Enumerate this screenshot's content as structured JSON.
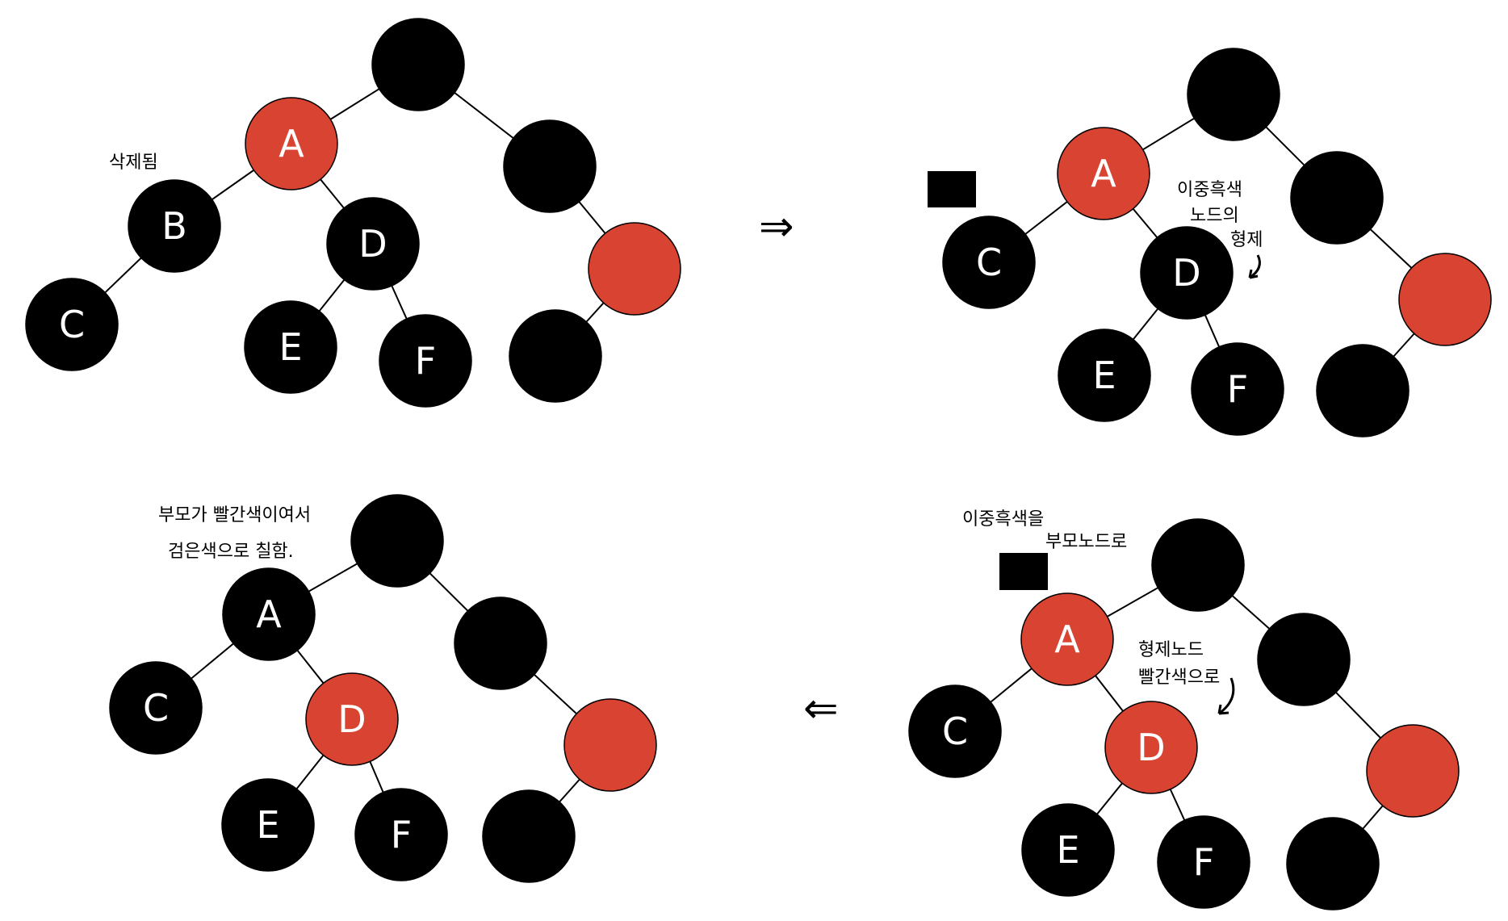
{
  "colors": {
    "red": "#d94432",
    "black": "#000000",
    "edge": "#000000",
    "label": "#ffffff"
  },
  "diagrams": [
    {
      "id": "top-left",
      "nodes": [
        {
          "id": "root",
          "label": "",
          "color": "black"
        },
        {
          "id": "A",
          "label": "A",
          "color": "red"
        },
        {
          "id": "R1",
          "label": "",
          "color": "black"
        },
        {
          "id": "B",
          "label": "B",
          "color": "black"
        },
        {
          "id": "D",
          "label": "D",
          "color": "black"
        },
        {
          "id": "R2",
          "label": "",
          "color": "red"
        },
        {
          "id": "C",
          "label": "C",
          "color": "black"
        },
        {
          "id": "E",
          "label": "E",
          "color": "black"
        },
        {
          "id": "F",
          "label": "F",
          "color": "black"
        },
        {
          "id": "R3",
          "label": "",
          "color": "black"
        }
      ],
      "edges": [
        [
          "root",
          "A"
        ],
        [
          "root",
          "R1"
        ],
        [
          "A",
          "B"
        ],
        [
          "A",
          "D"
        ],
        [
          "R1",
          "R2"
        ],
        [
          "B",
          "C"
        ],
        [
          "D",
          "E"
        ],
        [
          "D",
          "F"
        ],
        [
          "R2",
          "R3"
        ]
      ],
      "notes": [
        {
          "id": "note-delete",
          "text": "삭제됨"
        }
      ]
    },
    {
      "id": "top-right",
      "nodes": [
        {
          "id": "root",
          "label": "",
          "color": "black"
        },
        {
          "id": "A",
          "label": "A",
          "color": "red"
        },
        {
          "id": "R1",
          "label": "",
          "color": "black"
        },
        {
          "id": "C",
          "label": "C",
          "color": "black"
        },
        {
          "id": "D",
          "label": "D",
          "color": "black"
        },
        {
          "id": "R2",
          "label": "",
          "color": "red"
        },
        {
          "id": "E",
          "label": "E",
          "color": "black"
        },
        {
          "id": "F",
          "label": "F",
          "color": "black"
        },
        {
          "id": "R3",
          "label": "",
          "color": "black"
        }
      ],
      "edges": [
        [
          "root",
          "A"
        ],
        [
          "root",
          "R1"
        ],
        [
          "A",
          "C"
        ],
        [
          "A",
          "D"
        ],
        [
          "R1",
          "R2"
        ],
        [
          "D",
          "E"
        ],
        [
          "D",
          "F"
        ],
        [
          "R2",
          "R3"
        ]
      ],
      "notes": [
        {
          "id": "note-sibling-1",
          "text": "이중흑색"
        },
        {
          "id": "note-sibling-2",
          "text": "노드의"
        },
        {
          "id": "note-sibling-3",
          "text": "형제"
        }
      ]
    },
    {
      "id": "bottom-right",
      "nodes": [
        {
          "id": "root",
          "label": "",
          "color": "black"
        },
        {
          "id": "A",
          "label": "A",
          "color": "red"
        },
        {
          "id": "R1",
          "label": "",
          "color": "black"
        },
        {
          "id": "C",
          "label": "C",
          "color": "black"
        },
        {
          "id": "D",
          "label": "D",
          "color": "red"
        },
        {
          "id": "R2",
          "label": "",
          "color": "red"
        },
        {
          "id": "E",
          "label": "E",
          "color": "black"
        },
        {
          "id": "F",
          "label": "F",
          "color": "black"
        },
        {
          "id": "R3",
          "label": "",
          "color": "black"
        }
      ],
      "edges": [
        [
          "root",
          "A"
        ],
        [
          "root",
          "R1"
        ],
        [
          "A",
          "C"
        ],
        [
          "A",
          "D"
        ],
        [
          "R1",
          "R2"
        ],
        [
          "D",
          "E"
        ],
        [
          "D",
          "F"
        ],
        [
          "R2",
          "R3"
        ]
      ],
      "notes": [
        {
          "id": "note-move-1",
          "text": "이중흑색을"
        },
        {
          "id": "note-move-2",
          "text": "부모노드로"
        },
        {
          "id": "note-red-1",
          "text": "형제노드"
        },
        {
          "id": "note-red-2",
          "text": "빨간색으로"
        }
      ]
    },
    {
      "id": "bottom-left",
      "nodes": [
        {
          "id": "root",
          "label": "",
          "color": "black"
        },
        {
          "id": "A",
          "label": "A",
          "color": "black"
        },
        {
          "id": "R1",
          "label": "",
          "color": "black"
        },
        {
          "id": "C",
          "label": "C",
          "color": "black"
        },
        {
          "id": "D",
          "label": "D",
          "color": "red"
        },
        {
          "id": "R2",
          "label": "",
          "color": "red"
        },
        {
          "id": "E",
          "label": "E",
          "color": "black"
        },
        {
          "id": "F",
          "label": "F",
          "color": "black"
        },
        {
          "id": "R3",
          "label": "",
          "color": "black"
        }
      ],
      "edges": [
        [
          "root",
          "A"
        ],
        [
          "root",
          "R1"
        ],
        [
          "A",
          "C"
        ],
        [
          "A",
          "D"
        ],
        [
          "R1",
          "R2"
        ],
        [
          "D",
          "E"
        ],
        [
          "D",
          "F"
        ],
        [
          "R2",
          "R3"
        ]
      ],
      "notes": [
        {
          "id": "note-parent-1",
          "text": "부모가 빨간색이여서"
        },
        {
          "id": "note-parent-2",
          "text": "검은색으로 칠함."
        }
      ]
    }
  ],
  "arrows": [
    {
      "id": "arrow-right",
      "text": "⇒"
    },
    {
      "id": "arrow-left",
      "text": "⇐"
    }
  ]
}
